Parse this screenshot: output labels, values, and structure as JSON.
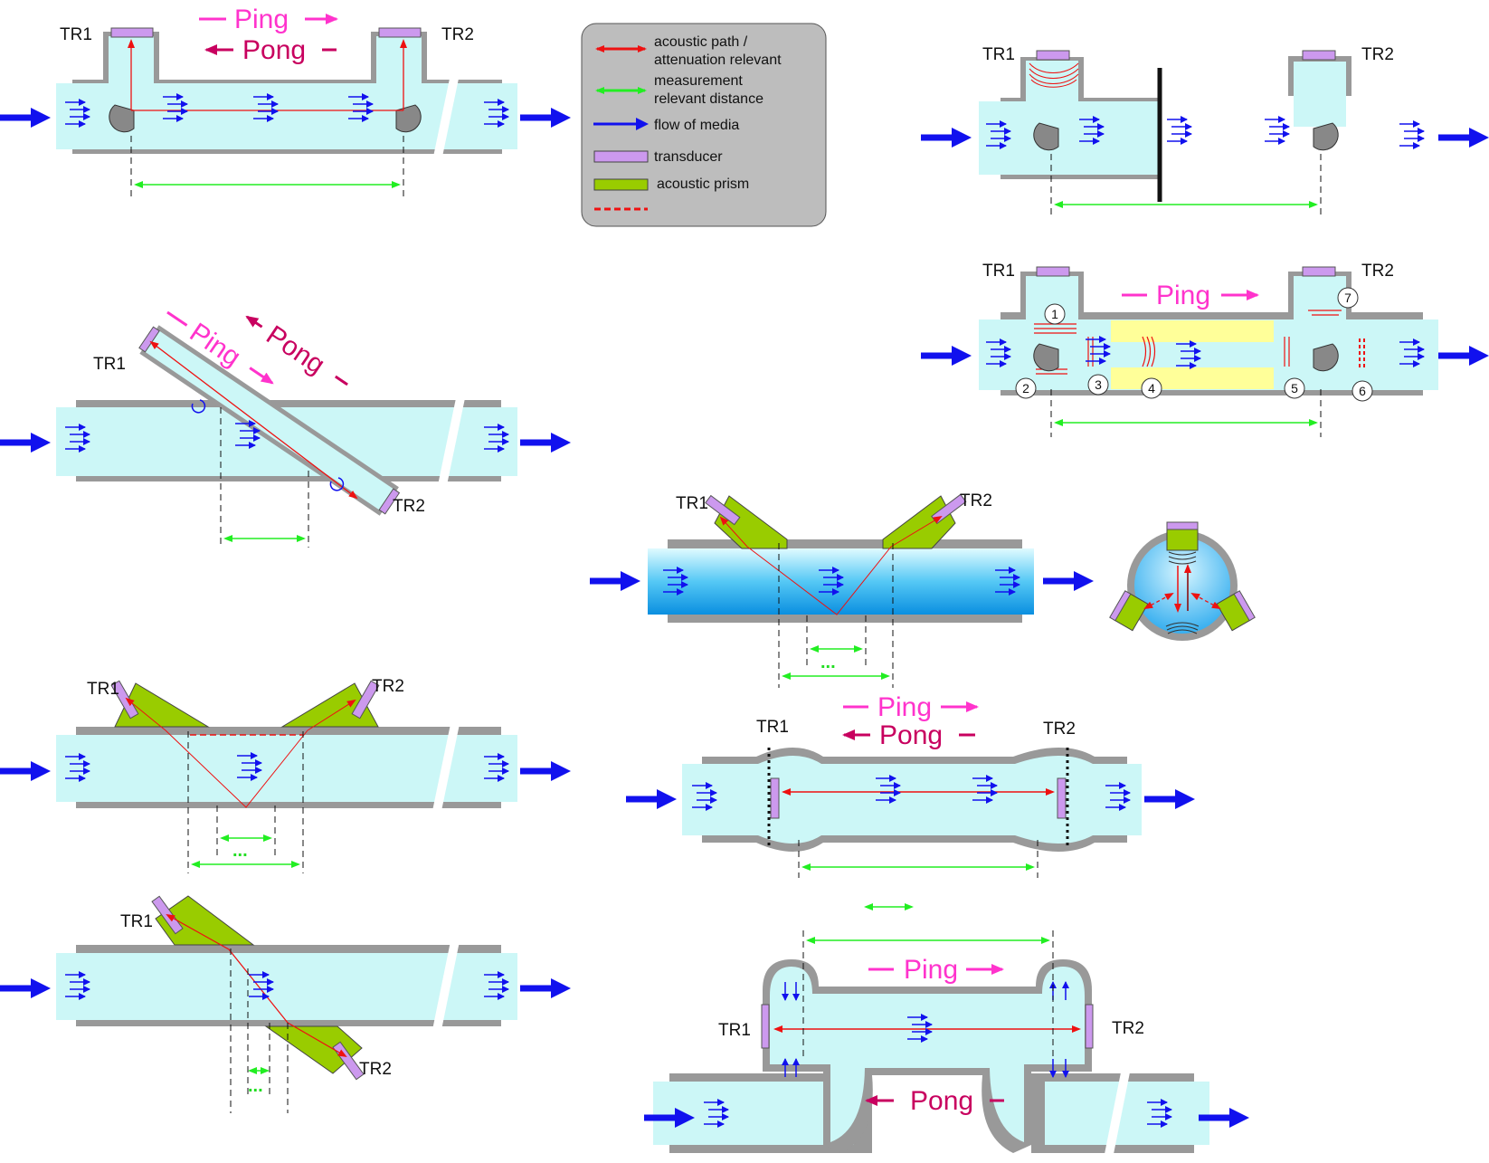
{
  "labels": {
    "tr1": "TR1",
    "tr2": "TR2",
    "ping": "Ping",
    "pong": "Pong",
    "ellipsis": "...",
    "numbers": [
      "1",
      "2",
      "3",
      "4",
      "5",
      "6",
      "7"
    ]
  },
  "legend": {
    "items": [
      {
        "label": "acoustic path /\nattenuation relevant",
        "symbol": "double-arrow",
        "color": "#ee1111"
      },
      {
        "label": "measurement\nrelevant distance",
        "symbol": "double-arrow",
        "color": "#22ee22"
      },
      {
        "label": "flow of media",
        "symbol": "arrow",
        "color": "#1111ee"
      },
      {
        "label": "transducer",
        "symbol": "box",
        "color": "#cc99ee"
      },
      {
        "label": "acoustic prism",
        "symbol": "box",
        "color": "#99cc00"
      },
      {
        "label": "",
        "symbol": "dashed-line",
        "color": "#ee1111"
      }
    ]
  },
  "colors": {
    "fluid": "#ccf7f7",
    "wall": "#999999",
    "transducer": "#cc99ee",
    "prism": "#99cc00",
    "acoustic": "#ee1111",
    "distance": "#22ee22",
    "flow": "#1111ee",
    "ping": "#ff33cc",
    "pong": "#c8005f",
    "legend_bg": "#bdbdbd",
    "gel": "#ffff99"
  }
}
